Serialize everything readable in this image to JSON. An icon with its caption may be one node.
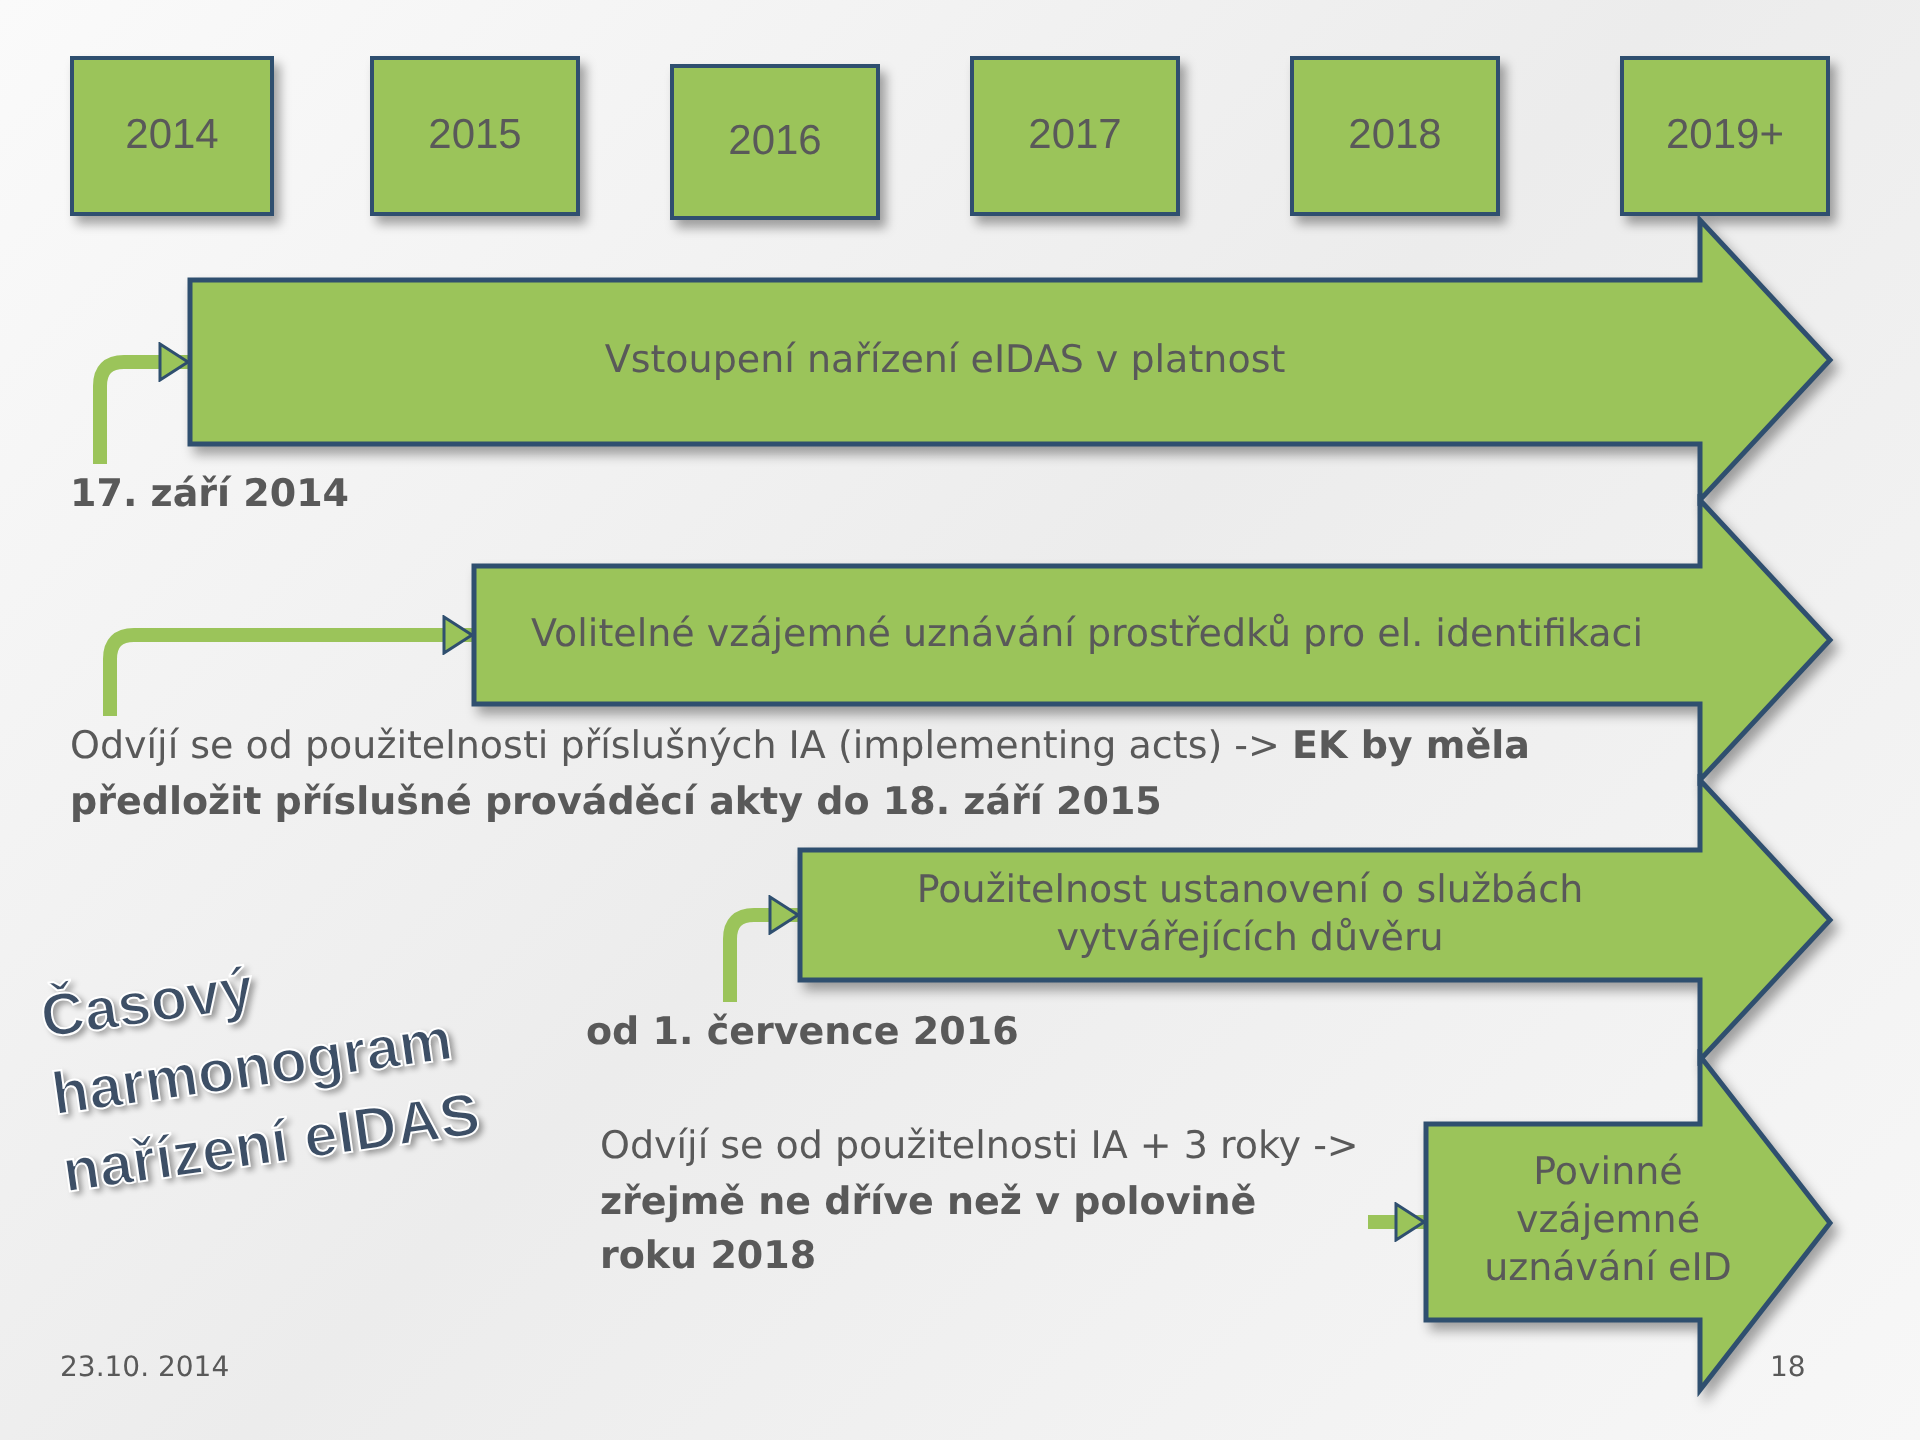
{
  "diagram": {
    "title": "Časový harmonogram nařízení eIDAS",
    "nodes": [
      {
        "text": [
          "2014"
        ]
      },
      {
        "text": [
          "2015"
        ]
      },
      {
        "text": [
          "2016"
        ]
      },
      {
        "text": [
          "2017"
        ]
      },
      {
        "text": [
          "2018"
        ]
      },
      {
        "text": [
          "2019+"
        ]
      },
      {
        "text": [
          "Vstoupení nařízení eIDAS v platnost"
        ]
      },
      {
        "text": [
          "17. září 2014"
        ]
      },
      {
        "text": [
          "Volitelné vzájemné uznávání prostředků pro el. identifikaci"
        ]
      },
      {
        "text": [
          "Odvíjí se od použitelnosti příslušných IA (implementing acts) -> **EK by měla předložit příslušné prováděcí akty do 18. září 2015**"
        ]
      },
      {
        "text": [
          "Použitelnost ustanovení o službách vytvářejících důvěru"
        ]
      },
      {
        "text": [
          "od 1. července 2016"
        ]
      },
      {
        "text": [
          "Povinné vzájemné uznávání eID"
        ]
      },
      {
        "text": [
          "Odvíjí se od použitelnosti IA + 3 roky -> **zřejmě ne dříve než v polovině roku 2018**"
        ]
      }
    ],
    "edges": [
      {
        "from": 7,
        "to": 6,
        "arrow": "to"
      },
      {
        "from": 9,
        "to": 8,
        "arrow": "to"
      },
      {
        "from": 11,
        "to": 10,
        "arrow": "to"
      },
      {
        "from": 13,
        "to": 12,
        "arrow": "to"
      }
    ],
    "labels": [
      "23.10. 2014",
      "18"
    ]
  }
}
